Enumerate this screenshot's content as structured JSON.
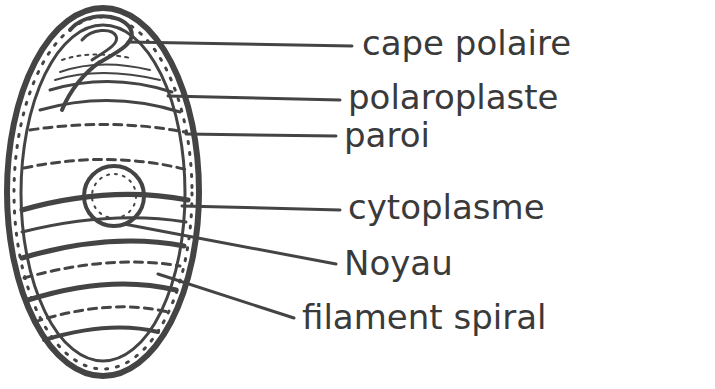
{
  "diagram": {
    "labels": [
      "cape polaire",
      "polaroplaste",
      "paroi",
      "cytoplasme",
      "Noyau",
      "filament spiral"
    ]
  }
}
